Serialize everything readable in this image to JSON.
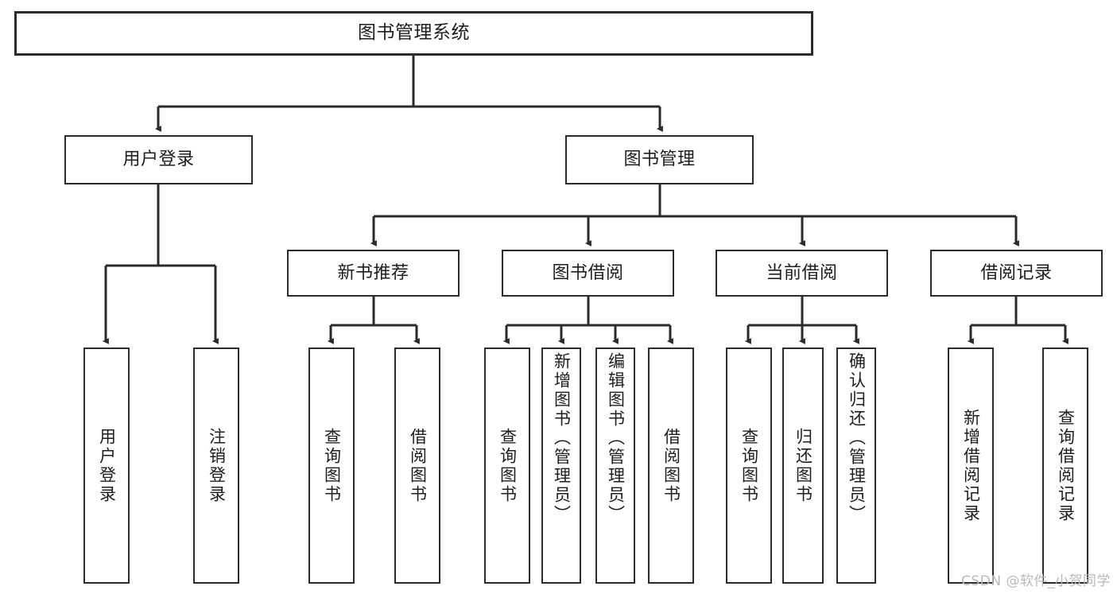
{
  "diagram": {
    "title": "图书管理系统",
    "type": "functional-structure-tree",
    "watermark": "CSDN @软件_小贺同学",
    "colors": {
      "stroke": "#2b2b2b",
      "fill": "#ffffff",
      "text": "#1d1d1d",
      "watermark": "#b9b9b9"
    },
    "root": {
      "label": "图书管理系统"
    },
    "level2": [
      {
        "label": "用户登录"
      },
      {
        "label": "图书管理"
      }
    ],
    "level3": [
      {
        "label": "新书推荐"
      },
      {
        "label": "图书借阅"
      },
      {
        "label": "当前借阅"
      },
      {
        "label": "借阅记录"
      }
    ],
    "leaves": {
      "user_login": [
        {
          "label": "用户登录"
        },
        {
          "label": "注销登录"
        }
      ],
      "new_book_recommend": [
        {
          "label": "查询图书"
        },
        {
          "label": "借阅图书"
        }
      ],
      "book_borrow": [
        {
          "label": "查询图书"
        },
        {
          "label": "新增图书（管理员）"
        },
        {
          "label": "编辑图书（管理员）"
        },
        {
          "label": "借阅图书"
        }
      ],
      "current_borrow": [
        {
          "label": "查询图书"
        },
        {
          "label": "归还图书"
        },
        {
          "label": "确认归还（管理员）"
        }
      ],
      "borrow_record": [
        {
          "label": "新增借阅记录"
        },
        {
          "label": "查询借阅记录"
        }
      ]
    }
  }
}
